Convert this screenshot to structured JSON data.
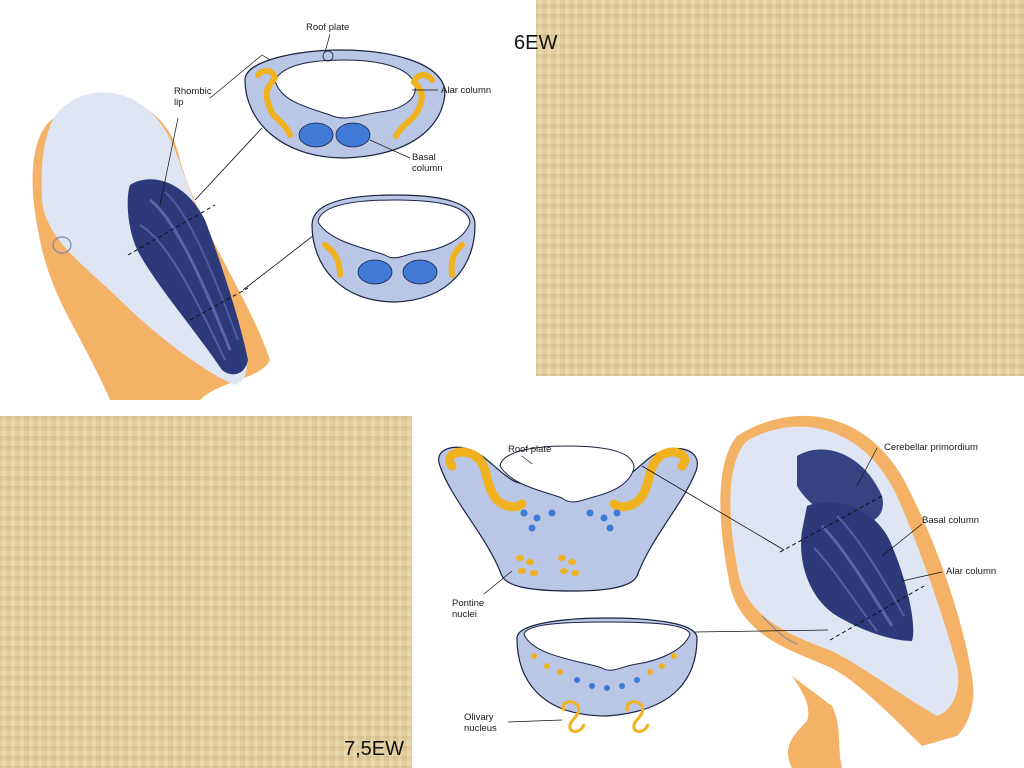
{
  "stage_labels": {
    "stage_6": "6EW",
    "stage_7_5": "7,5EW"
  },
  "diagram_6ew": {
    "roof_plate": "Roof plate",
    "rhombic_lip": "Rhombic\nlip",
    "alar_column": "Alar column",
    "basal_column": "Basal\ncolumn"
  },
  "diagram_7_5ew": {
    "roof_plate": "Roof plate",
    "cerebellar_primordium": "Cerebellar primordium",
    "basal_column": "Basal column",
    "alar_column": "Alar column",
    "pontine_nuclei": "Pontine\nnuclei",
    "olivary_nucleus": "Olivary\nnucleus"
  },
  "colors": {
    "paper": "#e6d2a2",
    "tissue_blue": "#b9c6e6",
    "deep_blue": "#27336e",
    "alar_yellow": "#f0b21e",
    "embryo_orange": "#f4b266",
    "nucleus_blue": "#3f7ad6"
  }
}
